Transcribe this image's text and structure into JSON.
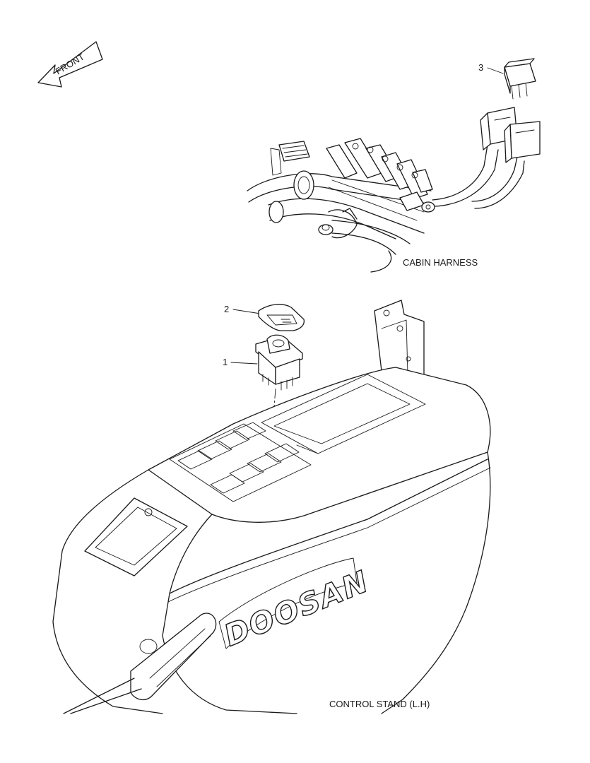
{
  "direction_marker": {
    "label": "FRONT"
  },
  "assemblies": {
    "cabin_harness": {
      "label": "CABIN HARNESS"
    },
    "control_stand": {
      "label": "CONTROL STAND (L.H)",
      "brand": "DOOSAN"
    }
  },
  "callouts": [
    {
      "id": "1",
      "part": "switch-body"
    },
    {
      "id": "2",
      "part": "switch-cap"
    },
    {
      "id": "3",
      "part": "relay"
    }
  ]
}
